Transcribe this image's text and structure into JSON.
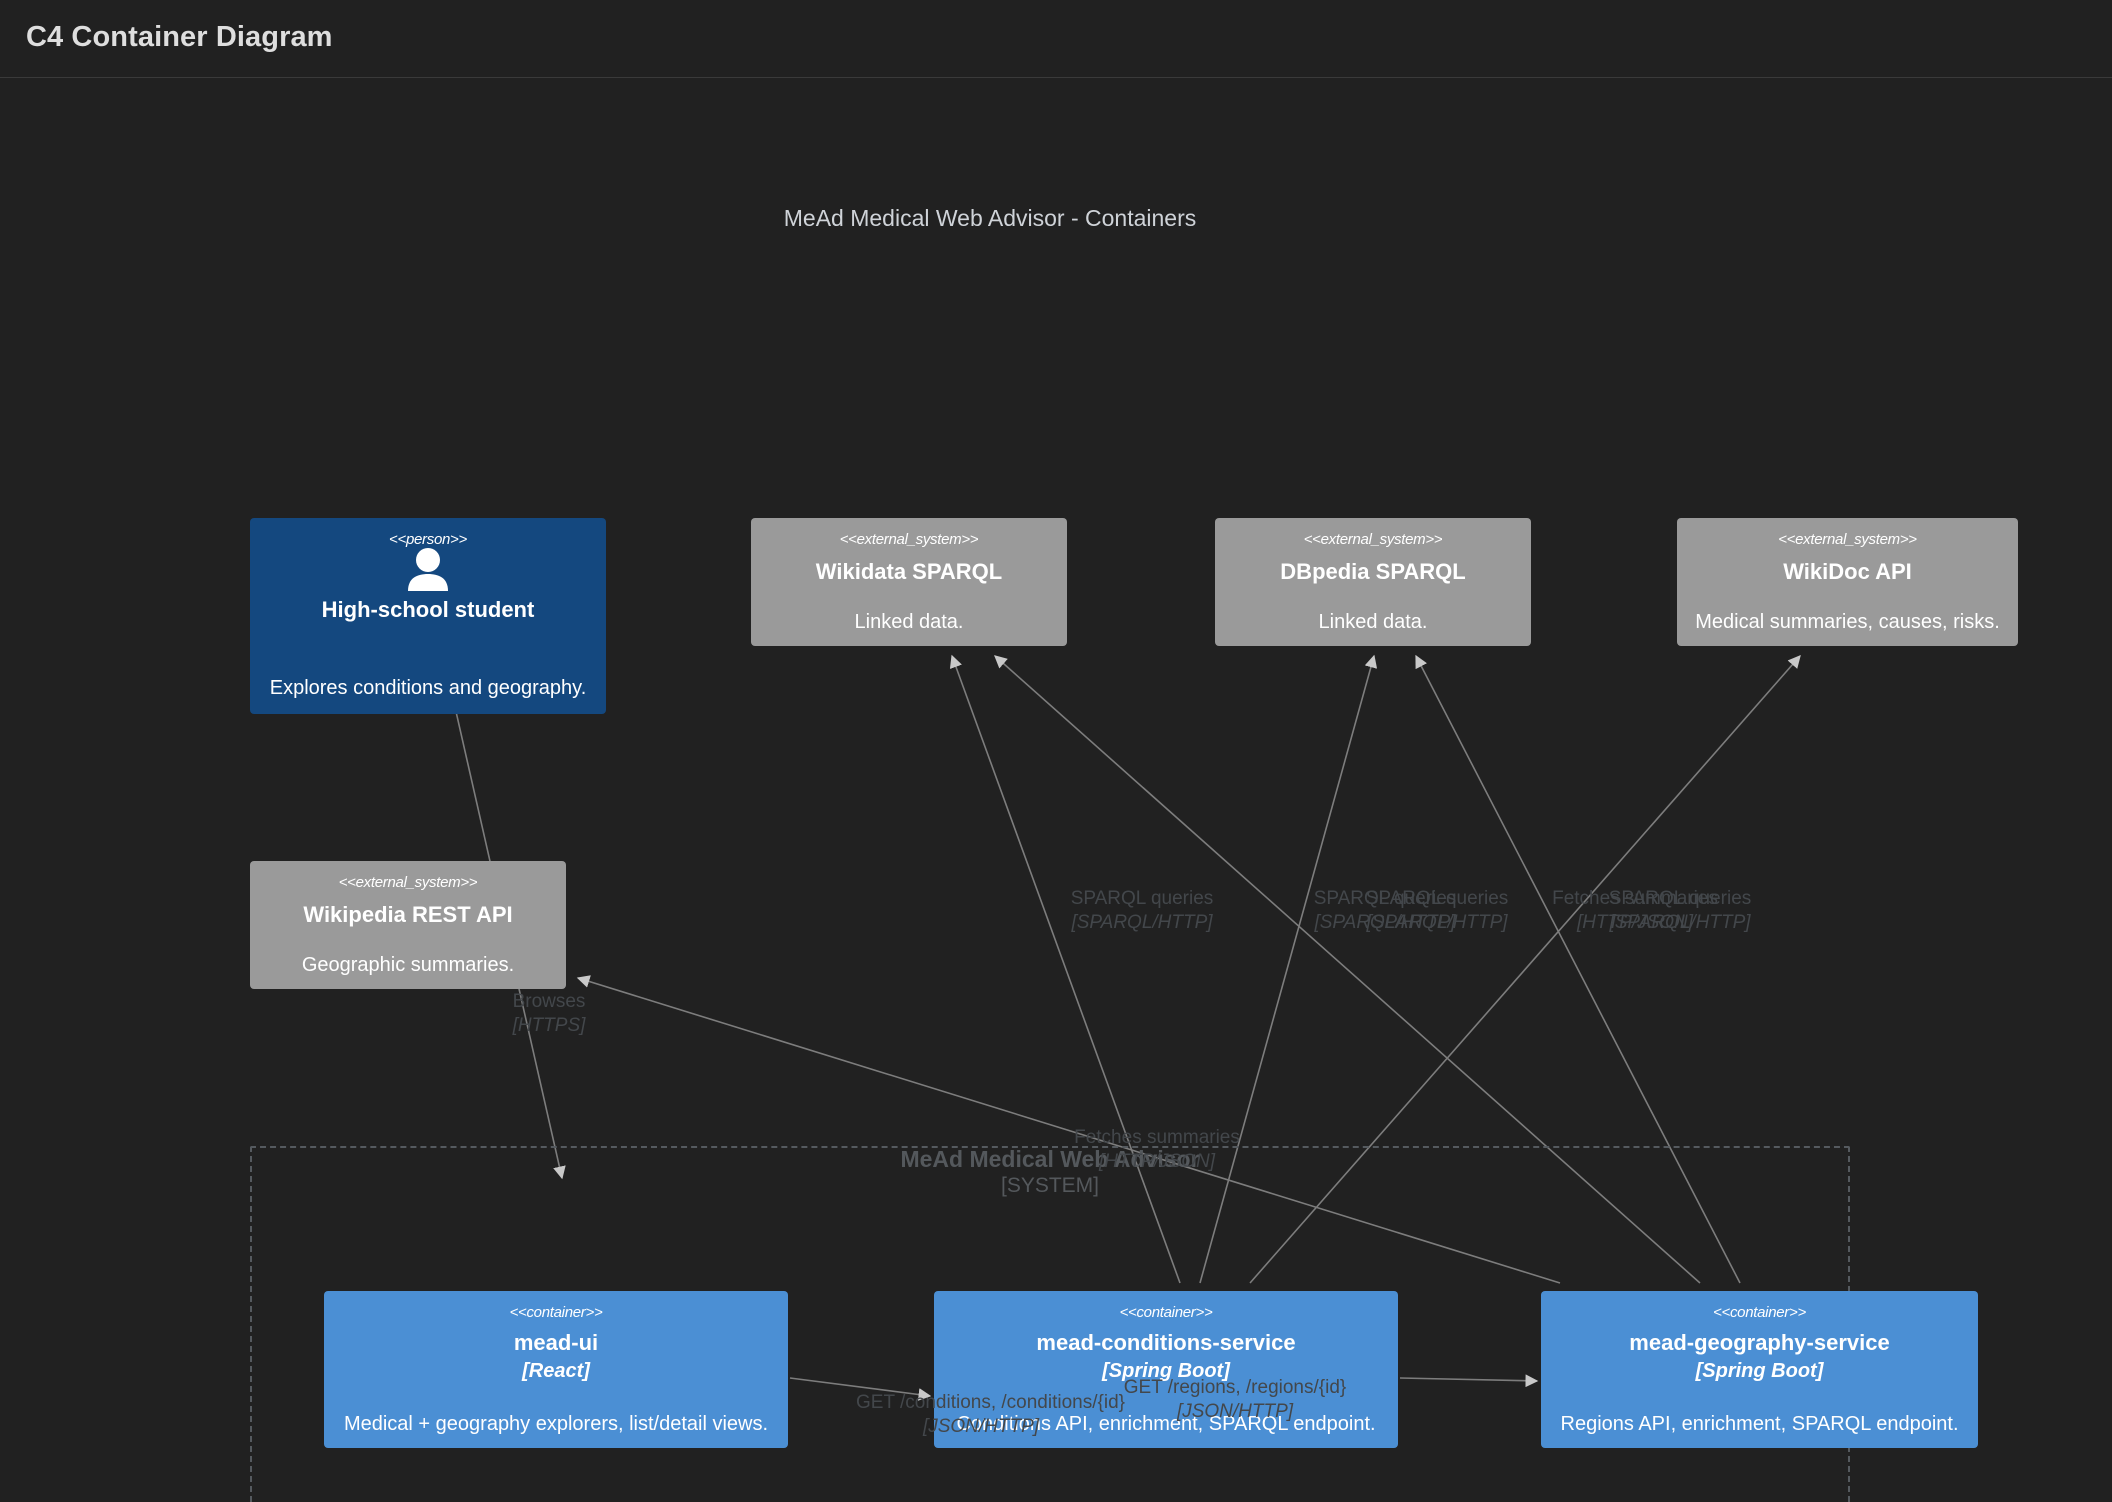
{
  "header": {
    "title": "C4 Container Diagram"
  },
  "diagram": {
    "title": "MeAd Medical Web Advisor - Containers",
    "boundary": {
      "name": "MeAd Medical Web Advisor",
      "type": "[SYSTEM]"
    },
    "colors": {
      "person": "#14487f",
      "external_system": "#9a9a9a",
      "container": "#4b8fd4",
      "background": "#212121",
      "edge": "#8a8a8a",
      "edge_label": "#43474b",
      "boundary": "#555a5f"
    },
    "nodes": [
      {
        "id": "student",
        "stereotype": "<<person>>",
        "name": "High-school student",
        "tech": "",
        "description": "Explores conditions and geography.",
        "kind": "person",
        "icon": "person-icon"
      },
      {
        "id": "wikidata",
        "stereotype": "<<external_system>>",
        "name": "Wikidata SPARQL",
        "tech": "",
        "description": "Linked data.",
        "kind": "external_system"
      },
      {
        "id": "dbpedia",
        "stereotype": "<<external_system>>",
        "name": "DBpedia SPARQL",
        "tech": "",
        "description": "Linked data.",
        "kind": "external_system"
      },
      {
        "id": "wikidoc",
        "stereotype": "<<external_system>>",
        "name": "WikiDoc API",
        "tech": "",
        "description": "Medical summaries, causes, risks.",
        "kind": "external_system"
      },
      {
        "id": "wikipedia",
        "stereotype": "<<external_system>>",
        "name": "Wikipedia REST API",
        "tech": "",
        "description": "Geographic summaries.",
        "kind": "external_system"
      },
      {
        "id": "mead-ui",
        "stereotype": "<<container>>",
        "name": "mead-ui",
        "tech": "[React]",
        "description": "Medical + geography explorers, list/detail views.",
        "kind": "container"
      },
      {
        "id": "mead-conditions-service",
        "stereotype": "<<container>>",
        "name": "mead-conditions-service",
        "tech": "[Spring Boot]",
        "description": "Conditions API, enrichment, SPARQL endpoint.",
        "kind": "container"
      },
      {
        "id": "mead-geography-service",
        "stereotype": "<<container>>",
        "name": "mead-geography-service",
        "tech": "[Spring Boot]",
        "description": "Regions API, enrichment, SPARQL endpoint.",
        "kind": "container"
      }
    ],
    "edges": [
      {
        "id": "e1",
        "from": "student",
        "to": "mead-ui",
        "label": "Browses",
        "tech": "[HTTPS]"
      },
      {
        "id": "e2",
        "from": "mead-ui",
        "to": "mead-conditions-service",
        "label": "GET /conditions, /conditions/{id}",
        "tech": "[JSON/HTTP]"
      },
      {
        "id": "e3",
        "from": "mead-ui",
        "to": "mead-geography-service",
        "label": "GET /regions, /regions/{id}",
        "tech": "[JSON/HTTP]"
      },
      {
        "id": "e4",
        "from": "mead-conditions-service",
        "to": "wikidata",
        "label": "SPARQL queries",
        "tech": "[SPARQL/HTTP]"
      },
      {
        "id": "e5",
        "from": "mead-conditions-service",
        "to": "dbpedia",
        "label": "SPARQL queries",
        "tech": "[SPARQL/HTTP]"
      },
      {
        "id": "e6",
        "from": "mead-conditions-service",
        "to": "wikidoc",
        "label": "Fetches summaries",
        "tech": "[HTTP/JSON]"
      },
      {
        "id": "e7",
        "from": "mead-geography-service",
        "to": "wikidata",
        "label": "SPARQL queries",
        "tech": "[SPARQL/HTTP]"
      },
      {
        "id": "e8",
        "from": "mead-geography-service",
        "to": "dbpedia",
        "label": "SPARQL queries",
        "tech": "[SPARQL/HTTP]"
      },
      {
        "id": "e9",
        "from": "mead-geography-service",
        "to": "wikipedia",
        "label": "Fetches summaries",
        "tech": "[HTTP/JSON]"
      }
    ]
  }
}
